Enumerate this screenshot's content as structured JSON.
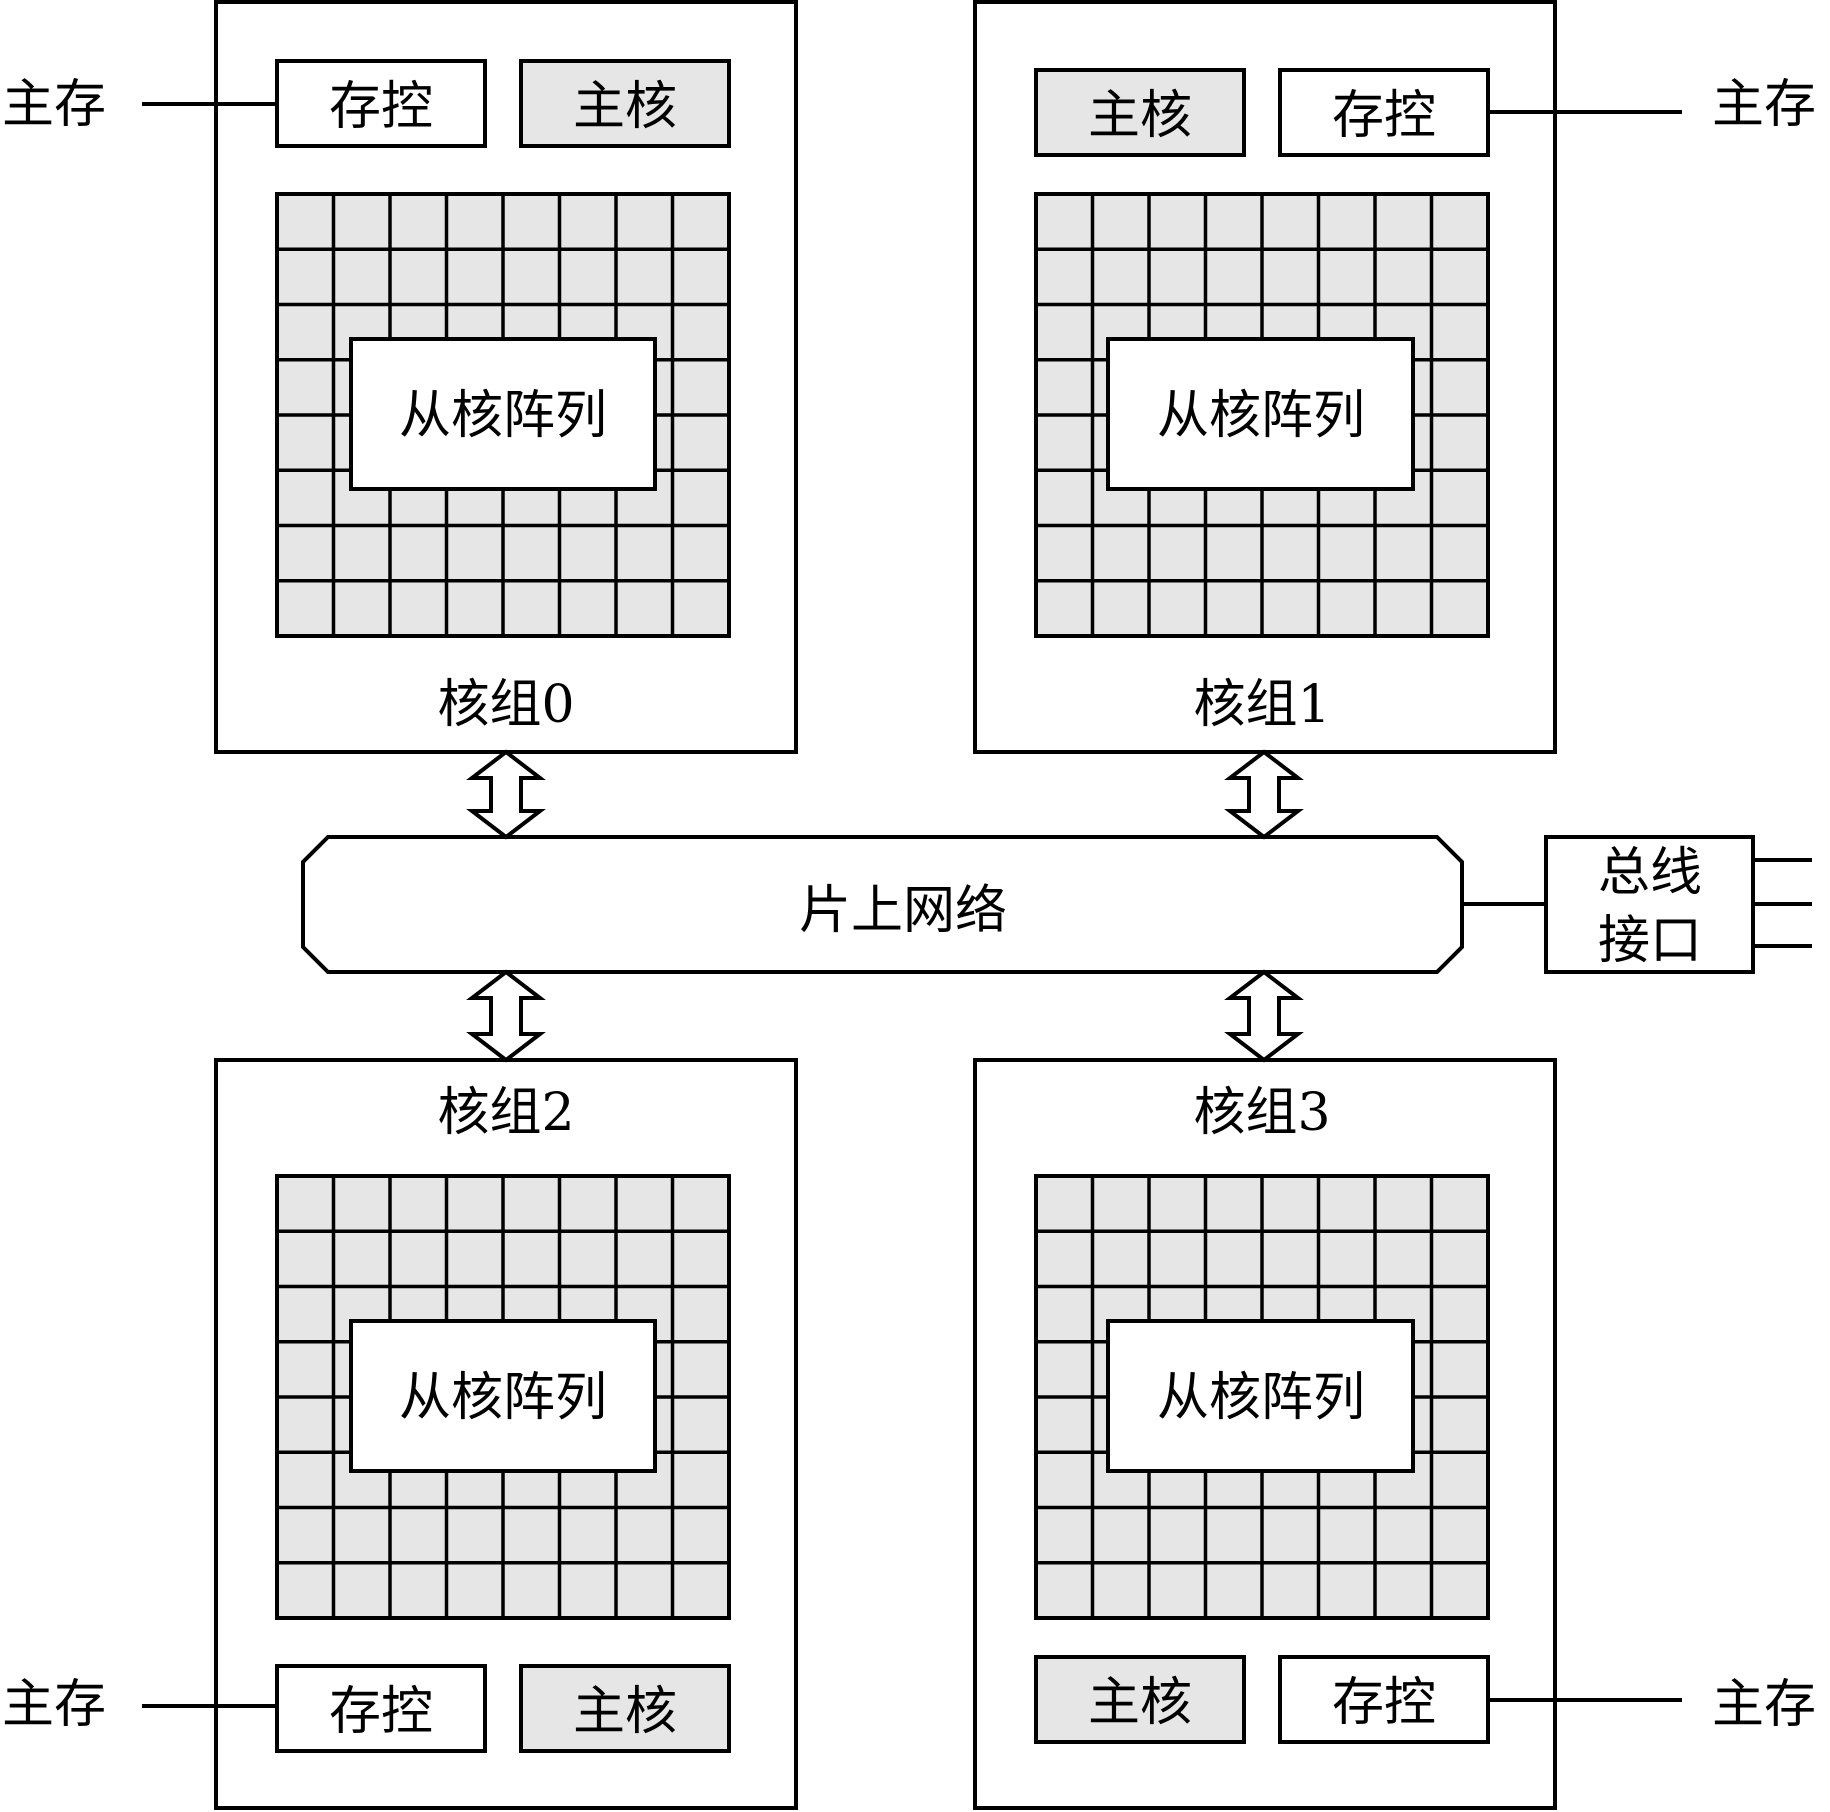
{
  "core_groups": [
    {
      "label": "核组0",
      "memory_controller": "存控",
      "main_core": "主核",
      "slave_array": "从核阵列",
      "main_memory": "主存"
    },
    {
      "label": "核组1",
      "memory_controller": "存控",
      "main_core": "主核",
      "slave_array": "从核阵列",
      "main_memory": "主存"
    },
    {
      "label": "核组2",
      "memory_controller": "存控",
      "main_core": "主核",
      "slave_array": "从核阵列",
      "main_memory": "主存"
    },
    {
      "label": "核组3",
      "memory_controller": "存控",
      "main_core": "主核",
      "slave_array": "从核阵列",
      "main_memory": "主存"
    }
  ],
  "network": {
    "label": "片上网络"
  },
  "bus_interface": {
    "line1": "总线",
    "line2": "接口"
  },
  "colors": {
    "stroke": "#000000",
    "fill_gray": "#e6e6e6",
    "fill_white": "#ffffff"
  }
}
